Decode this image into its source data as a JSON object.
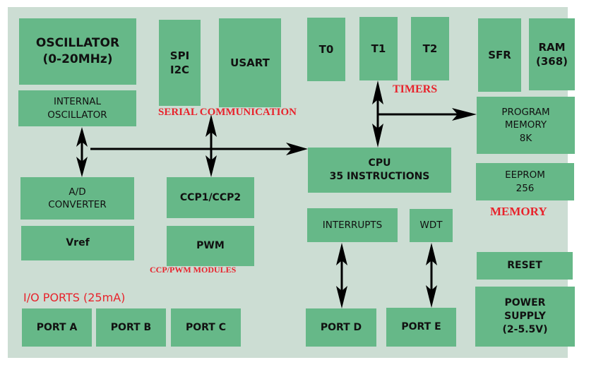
{
  "diagram": {
    "title": "PIC Microcontroller Block Diagram",
    "colors": {
      "background": "#ccddd3",
      "block_fill": "#66b888",
      "label_red": "#e8232c",
      "arrow": "#000000"
    },
    "blocks": {
      "oscillator": [
        "OSCILLATOR",
        "(0-20MHz)"
      ],
      "internal_oscillator": [
        "INTERNAL",
        "OSCILLATOR"
      ],
      "spi_i2c": [
        "SPI",
        "I2C"
      ],
      "usart": [
        "USART"
      ],
      "t0": [
        "T0"
      ],
      "t1": [
        "T1"
      ],
      "t2": [
        "T2"
      ],
      "sfr": [
        "SFR"
      ],
      "ram": [
        "RAM",
        "(368)"
      ],
      "program_memory": [
        "PROGRAM",
        "MEMORY",
        "8K"
      ],
      "cpu": [
        "CPU",
        "35 INSTRUCTIONS"
      ],
      "eeprom": [
        "EEPROM",
        "256"
      ],
      "ad_converter": [
        "A/D",
        "CONVERTER"
      ],
      "vref": [
        "Vref"
      ],
      "ccp": [
        "CCP1/CCP2"
      ],
      "pwm": [
        "PWM"
      ],
      "interrupts": [
        "INTERRUPTS"
      ],
      "wdt": [
        "WDT"
      ],
      "reset": [
        "RESET"
      ],
      "power_supply": [
        "POWER",
        "SUPPLY",
        "(2-5.5V)"
      ],
      "port_a": [
        "PORT A"
      ],
      "port_b": [
        "PORT B"
      ],
      "port_c": [
        "PORT C"
      ],
      "port_d": [
        "PORT D"
      ],
      "port_e": [
        "PORT E"
      ]
    },
    "group_labels": {
      "serial": "SERIAL COMMUNICATION",
      "timers": "TIMERS",
      "memory": "MEMORY",
      "ccp_pwm": "CCP/PWM MODULES",
      "io_ports": "I/O PORTS (25mA)"
    },
    "connections": [
      {
        "from": "internal_oscillator",
        "to": "ad_converter",
        "type": "bidirectional"
      },
      {
        "from": "serial_communication",
        "to": "ccp",
        "type": "bidirectional"
      },
      {
        "from": "bus",
        "to": "cpu",
        "type": "arrow"
      },
      {
        "from": "t1",
        "to": "cpu",
        "type": "bidirectional"
      },
      {
        "from": "bus",
        "to": "program_memory",
        "type": "arrow"
      },
      {
        "from": "interrupts",
        "to": "port_d",
        "type": "bidirectional"
      },
      {
        "from": "wdt",
        "to": "port_e",
        "type": "bidirectional"
      }
    ]
  }
}
